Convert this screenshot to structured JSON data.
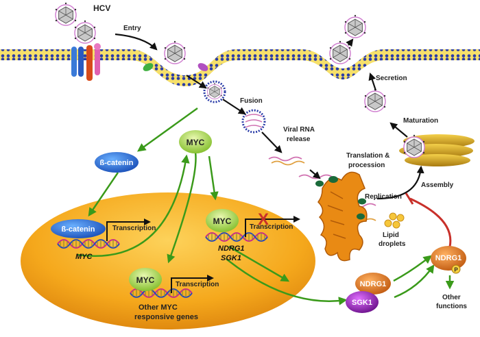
{
  "labels": {
    "hcv": "HCV",
    "entry": "Entry",
    "fusion": "Fusion",
    "viral_rna_1": "Viral RNA",
    "viral_rna_2": "release",
    "translation_1": "Translation &",
    "translation_2": "procession",
    "replication": "Replication",
    "lipid_1": "Lipid",
    "lipid_2": "droplets",
    "assembly": "Assembly",
    "maturation": "Maturation",
    "secretion": "Secretion",
    "other_functions_1": "Other",
    "other_functions_2": "functions",
    "transcription": "Transcription",
    "myc_gene": "MYC",
    "ndrg1_gene": "NDRG1",
    "sgk1_gene": "SGK1",
    "other_myc_1": "Other MYC",
    "other_myc_2": "responsive genes",
    "inhibit_mark": "X",
    "phospho": "P"
  },
  "nodes": {
    "beta_catenin": "ß-catenin",
    "beta_catenin_nuc": "ß-catenin",
    "myc_top": "MYC",
    "myc_nuc_1": "MYC",
    "myc_nuc_2": "MYC",
    "ndrg1": "NDRG1",
    "ndrg1_p": "NDRG1",
    "sgk1": "SGK1"
  },
  "colors": {
    "arrow_green": "#3a9a1a",
    "inhibit_red": "#c8302a",
    "nucleus_orange": "#f5a81c",
    "myc_green": "#a8d84a",
    "beta_blue": "#2a6fd8",
    "ndrg1_orange": "#e07a1c",
    "sgk1_purple": "#9a2ab8",
    "er_orange": "#e98a14"
  }
}
